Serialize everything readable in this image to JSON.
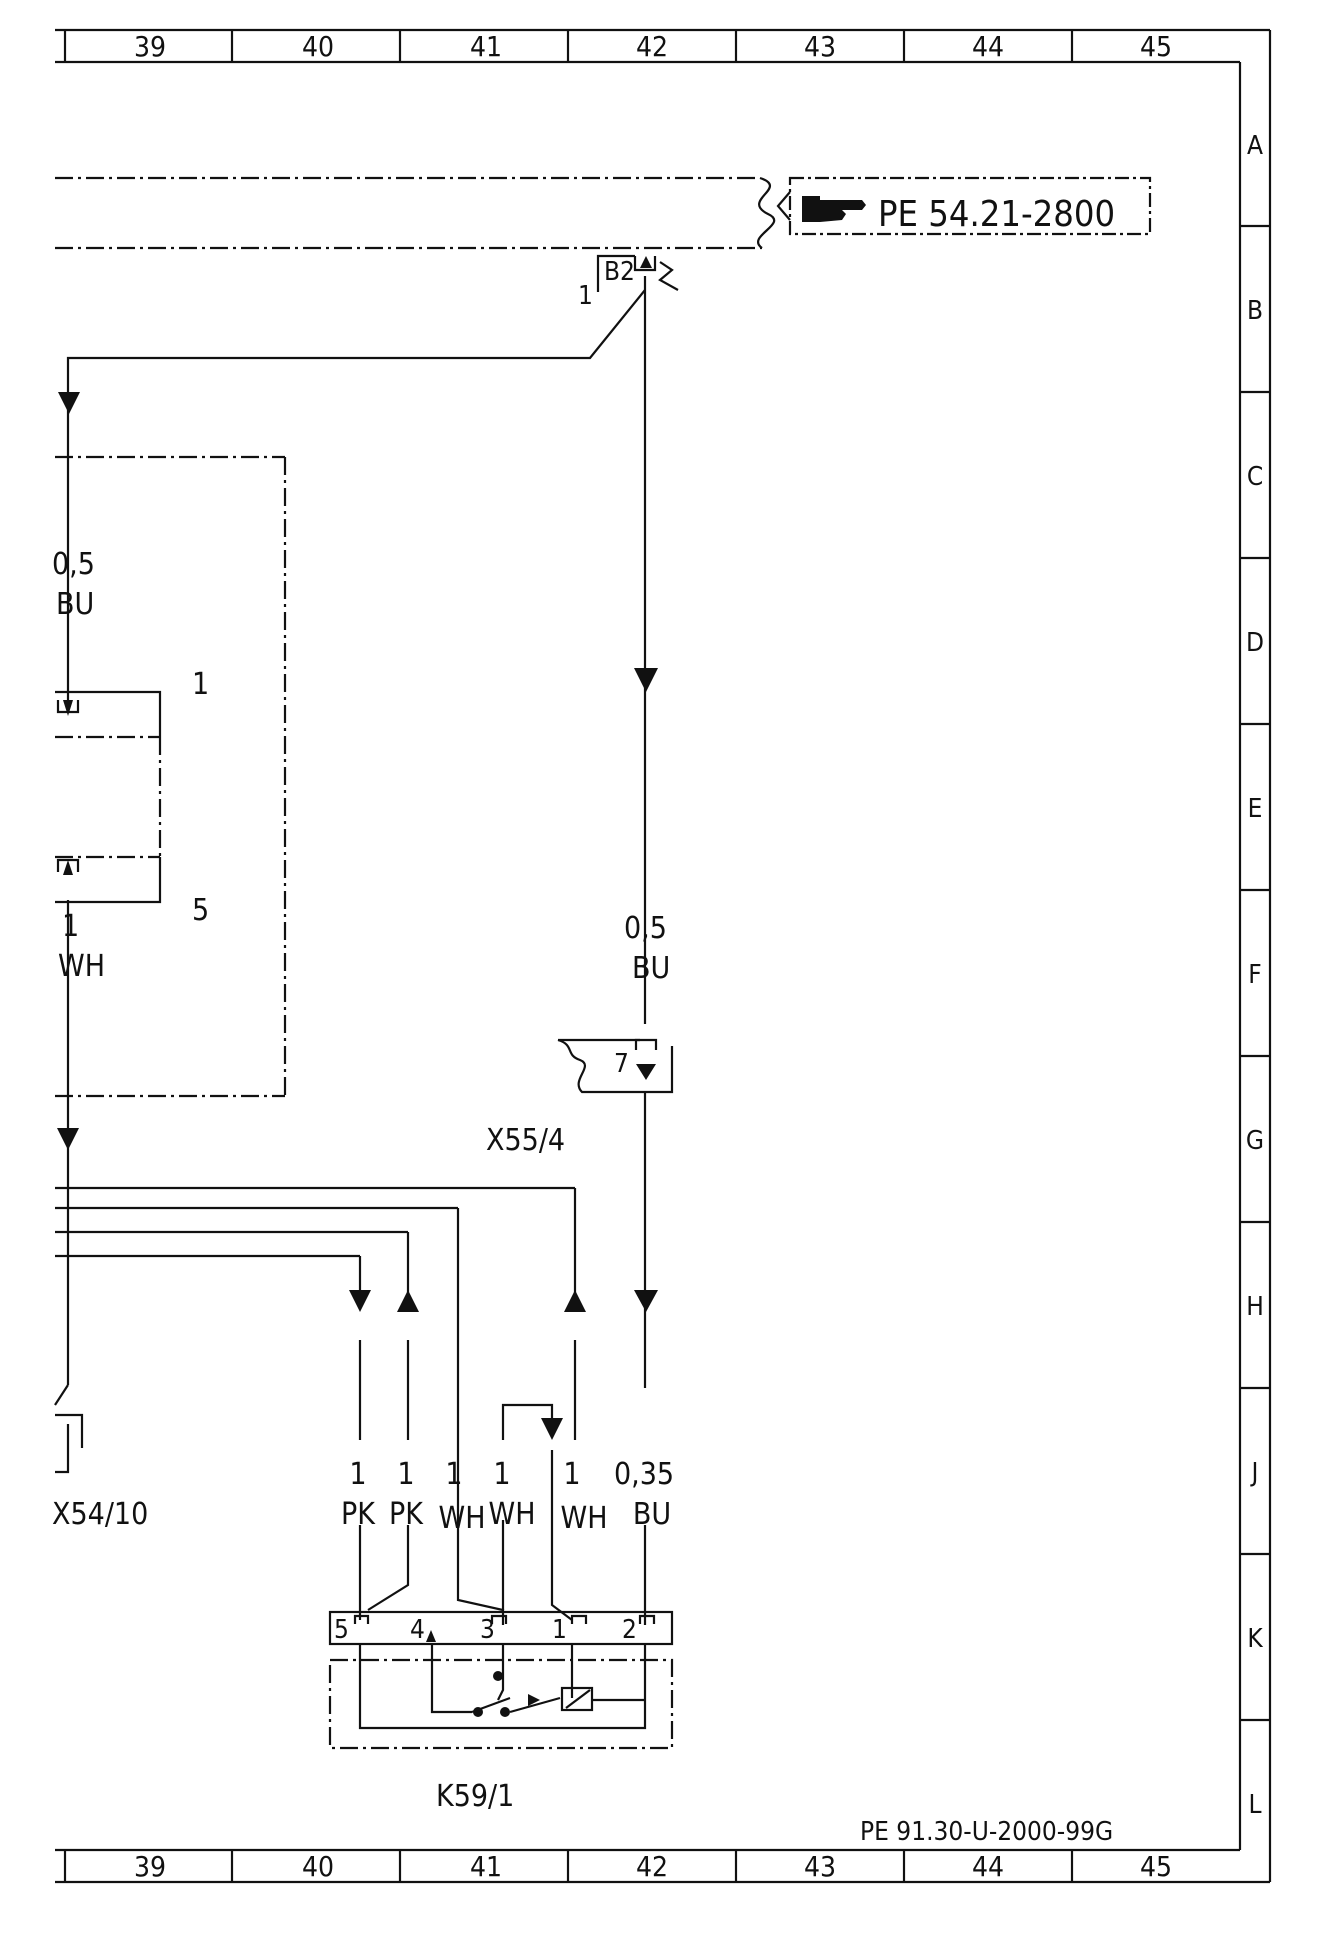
{
  "frame": {
    "column_numbers": [
      "39",
      "40",
      "41",
      "42",
      "43",
      "44",
      "45"
    ],
    "row_letters": [
      "A",
      "B",
      "C",
      "D",
      "E",
      "F",
      "G",
      "H",
      "J",
      "K",
      "L"
    ]
  },
  "reference_box": {
    "icon": "pointing-hand-icon",
    "text": "PE  54.21-2800"
  },
  "doc_number": "PE  91.30-U-2000-99G",
  "connectors": {
    "b2": {
      "name": "B2",
      "pin": "1"
    },
    "left_upper_pin": "1",
    "left_lower_pin": "5",
    "x55_4": {
      "name": "X55/4",
      "pin": "7"
    },
    "x54_10": {
      "name": "X54/10"
    },
    "k59_1": {
      "name": "K59/1",
      "pins": [
        "5",
        "4",
        "3",
        "1",
        "2"
      ]
    }
  },
  "wires": {
    "left_top": {
      "size": "0,5",
      "color": "BU"
    },
    "left_mid": {
      "size": "1",
      "color": "WH"
    },
    "right_main": {
      "size": "0,5",
      "color": "BU"
    },
    "k59_inputs": [
      {
        "size": "1",
        "color": "PK"
      },
      {
        "size": "1",
        "color": "PK"
      },
      {
        "size": "1",
        "color": "WH"
      },
      {
        "size": "1",
        "color": "WH"
      },
      {
        "size": "1",
        "color": "WH"
      },
      {
        "size": "0,35",
        "color": "BU"
      }
    ]
  }
}
